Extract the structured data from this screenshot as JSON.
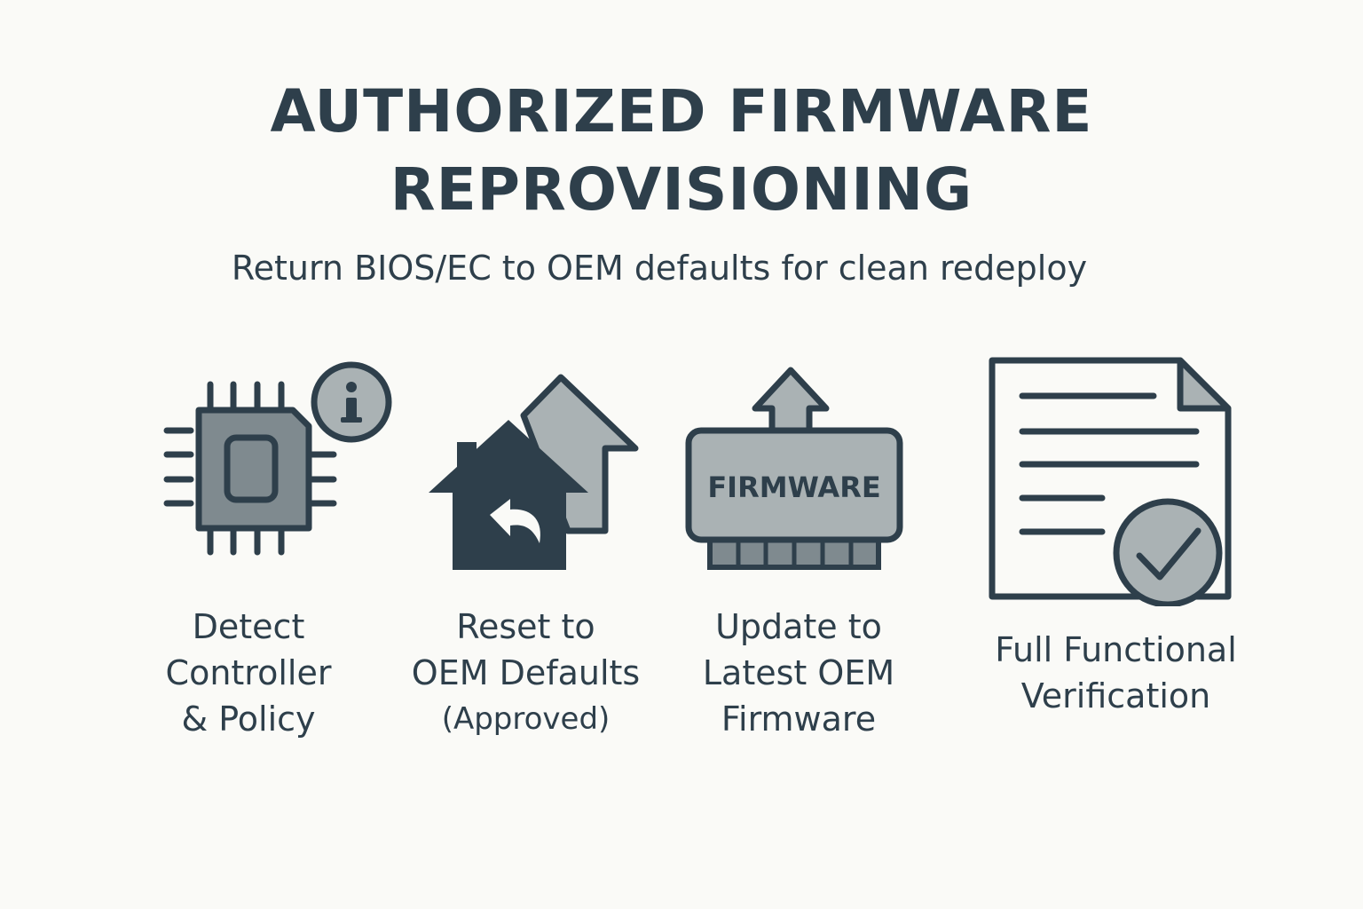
{
  "title": {
    "line1": "AUTHORIZED FIRMWARE",
    "line2": "REPROVISIONING"
  },
  "subtitle": "Return BIOS/EC to OEM defaults for clean redeploy",
  "steps": [
    {
      "icon": "chip-info-icon",
      "lines": [
        "Detect",
        "Controller",
        "& Policy"
      ]
    },
    {
      "icon": "home-reset-icon",
      "lines": [
        "Reset to",
        "OEM Defaults",
        "(Approved)"
      ]
    },
    {
      "icon": "firmware-update-icon",
      "lines": [
        "Update to",
        "Latest OEM",
        "Firmware"
      ],
      "chip_text": "FIRMWARE"
    },
    {
      "icon": "document-check-icon",
      "lines": [
        "Full Functional",
        "Verification"
      ]
    }
  ],
  "colors": {
    "dark": "#2e3f4b",
    "mid": "#7f8a8f",
    "light": "#aab2b4",
    "background": "#fafaf7"
  }
}
